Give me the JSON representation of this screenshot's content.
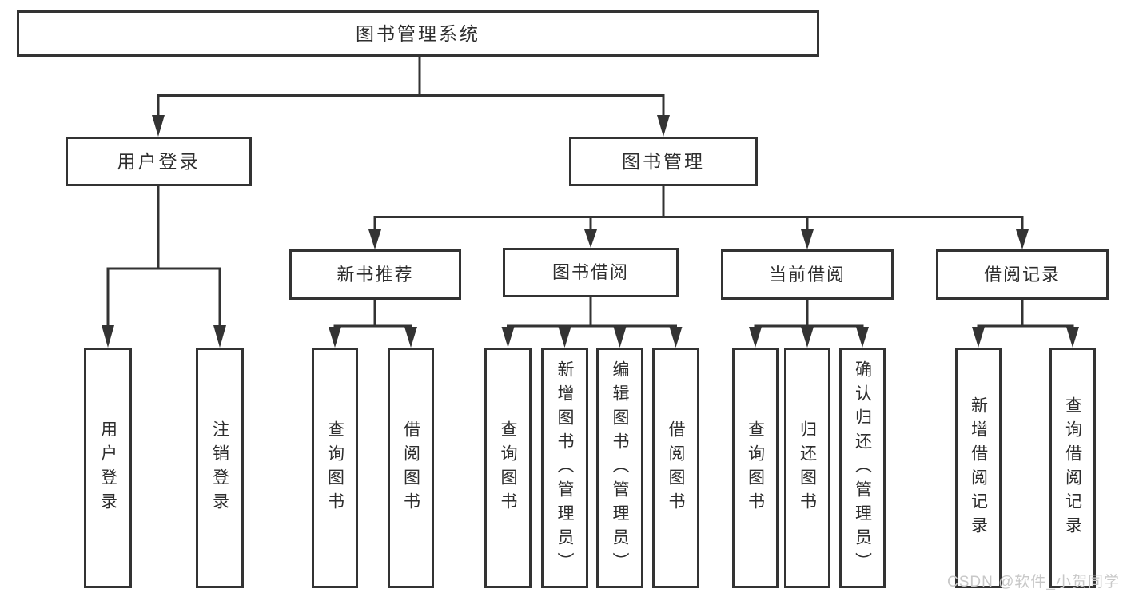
{
  "diagram": {
    "root": {
      "label": "图书管理系统"
    },
    "level2": [
      {
        "label": "用户登录"
      },
      {
        "label": "图书管理"
      }
    ],
    "level3": [
      {
        "label": "新书推荐"
      },
      {
        "label": "图书借阅"
      },
      {
        "label": "当前借阅"
      },
      {
        "label": "借阅记录"
      }
    ],
    "level4": {
      "user": [
        {
          "label": "用户登录"
        },
        {
          "label": "注销登录"
        }
      ],
      "recommend": [
        {
          "label": "查询图书"
        },
        {
          "label": "借阅图书"
        }
      ],
      "borrow": [
        {
          "label": "查询图书"
        },
        {
          "label": "新增图书（管理员）"
        },
        {
          "label": "编辑图书（管理员）"
        },
        {
          "label": "借阅图书"
        }
      ],
      "current": [
        {
          "label": "查询图书"
        },
        {
          "label": "归还图书"
        },
        {
          "label": "确认归还（管理员）"
        }
      ],
      "records": [
        {
          "label": "新增借阅记录"
        },
        {
          "label": "查询借阅记录"
        }
      ]
    }
  },
  "watermark": {
    "text": "CSDN @软件_小贺同学"
  },
  "colors": {
    "line": "#333333",
    "text": "#2e2e2e",
    "watermark": "#c8c8c8",
    "background": "#ffffff"
  }
}
